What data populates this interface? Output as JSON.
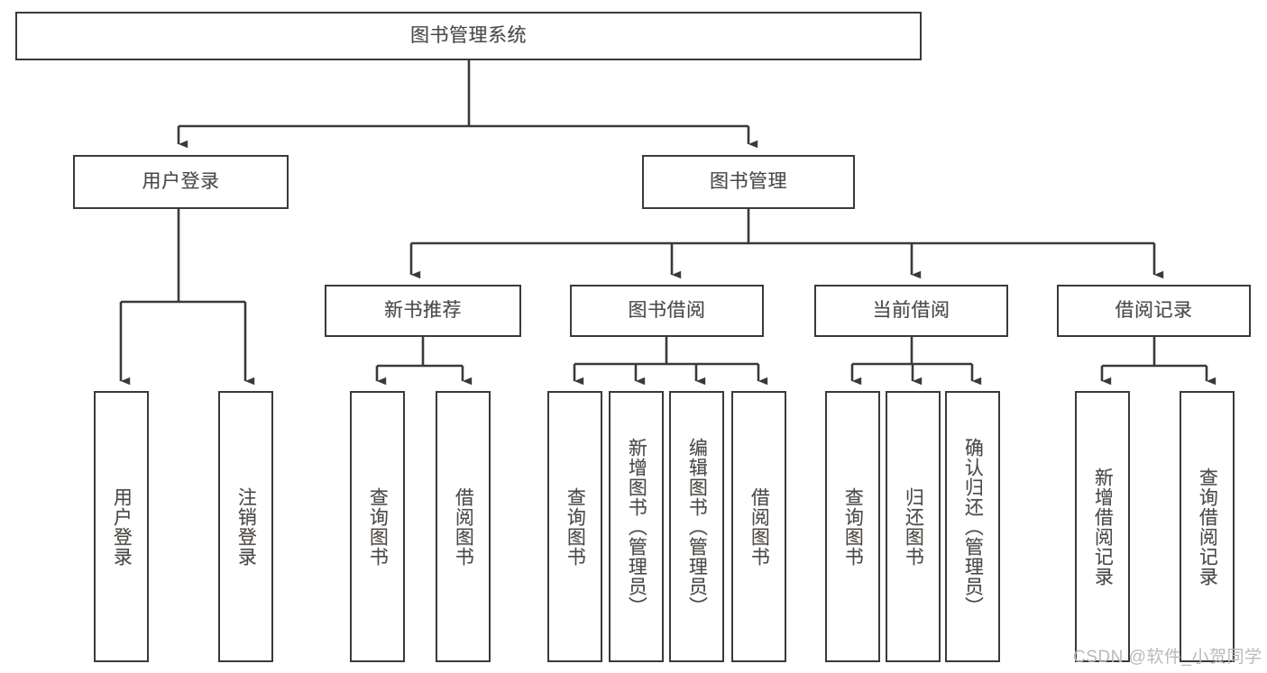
{
  "diagram": {
    "title": "图书管理系统",
    "type": "tree",
    "root": {
      "id": "root",
      "label": "图书管理系统",
      "orientation": "horizontal"
    },
    "level2": [
      {
        "id": "user-login",
        "label": "用户登录",
        "orientation": "horizontal"
      },
      {
        "id": "book-manage",
        "label": "图书管理",
        "orientation": "horizontal"
      }
    ],
    "level3": [
      {
        "id": "new-book-recommend",
        "label": "新书推荐",
        "orientation": "horizontal",
        "parent": "book-manage"
      },
      {
        "id": "book-borrow",
        "label": "图书借阅",
        "orientation": "horizontal",
        "parent": "book-manage"
      },
      {
        "id": "current-borrow",
        "label": "当前借阅",
        "orientation": "horizontal",
        "parent": "book-manage"
      },
      {
        "id": "borrow-record",
        "label": "借阅记录",
        "orientation": "horizontal",
        "parent": "book-manage"
      }
    ],
    "leaves": [
      {
        "id": "leaf-user-login",
        "label": "用户登录",
        "orientation": "vertical",
        "parent": "user-login"
      },
      {
        "id": "leaf-user-logout",
        "label": "注销登录",
        "orientation": "vertical",
        "parent": "user-login"
      },
      {
        "id": "leaf-query-book-1",
        "label": "查询图书",
        "orientation": "vertical",
        "parent": "new-book-recommend"
      },
      {
        "id": "leaf-borrow-book-1",
        "label": "借阅图书",
        "orientation": "vertical",
        "parent": "new-book-recommend"
      },
      {
        "id": "leaf-query-book-2",
        "label": "查询图书",
        "orientation": "vertical",
        "parent": "book-borrow"
      },
      {
        "id": "leaf-add-book",
        "label": "新增图书（管理员）",
        "orientation": "vertical",
        "parent": "book-borrow"
      },
      {
        "id": "leaf-edit-book",
        "label": "编辑图书（管理员）",
        "orientation": "vertical",
        "parent": "book-borrow"
      },
      {
        "id": "leaf-borrow-book-2",
        "label": "借阅图书",
        "orientation": "vertical",
        "parent": "book-borrow"
      },
      {
        "id": "leaf-query-book-3",
        "label": "查询图书",
        "orientation": "vertical",
        "parent": "current-borrow"
      },
      {
        "id": "leaf-return-book",
        "label": "归还图书",
        "orientation": "vertical",
        "parent": "current-borrow"
      },
      {
        "id": "leaf-confirm-return",
        "label": "确认归还（管理员）",
        "orientation": "vertical",
        "parent": "current-borrow"
      },
      {
        "id": "leaf-add-record",
        "label": "新增借阅记录",
        "orientation": "vertical",
        "parent": "borrow-record"
      },
      {
        "id": "leaf-query-record",
        "label": "查询借阅记录",
        "orientation": "vertical",
        "parent": "borrow-record"
      }
    ],
    "watermark": "CSDN @软件_小贺同学",
    "colors": {
      "stroke": "#3a3a3a",
      "text": "#4a4a4a",
      "background": "#ffffff",
      "watermark": "#b9b9b9"
    }
  }
}
